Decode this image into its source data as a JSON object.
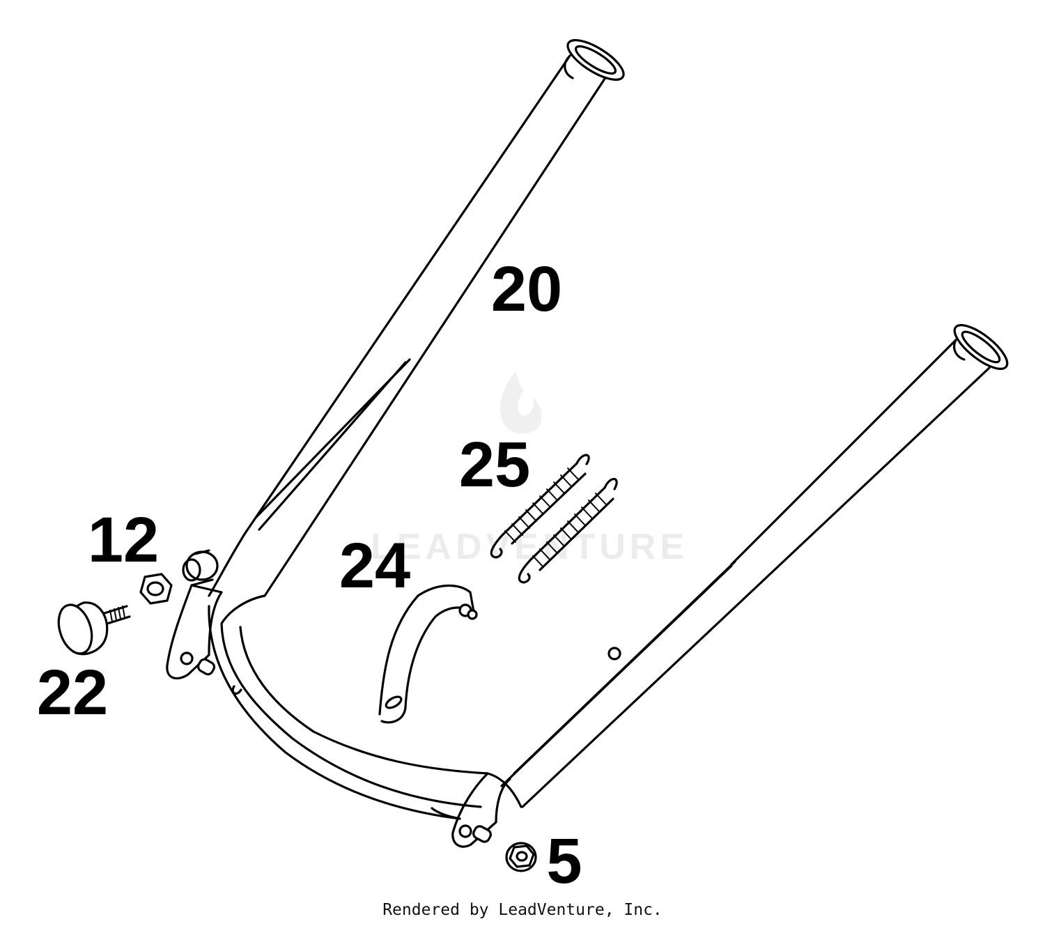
{
  "diagram": {
    "part_labels": {
      "p20": "20",
      "p25": "25",
      "p24": "24",
      "p12": "12",
      "p22": "22",
      "p5": "5"
    },
    "watermark": "LEADVENTURE",
    "footer": "Rendered by LeadVenture, Inc."
  }
}
